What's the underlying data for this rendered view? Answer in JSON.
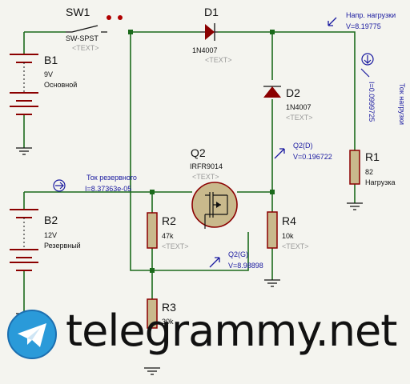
{
  "sw1": {
    "ref": "SW1",
    "type": "SW-SPST",
    "ph": "<TEXT>"
  },
  "d1": {
    "ref": "D1",
    "type": "1N4007",
    "ph": "<TEXT>"
  },
  "d2": {
    "ref": "D2",
    "type": "1N4007",
    "ph": "<TEXT>"
  },
  "b1": {
    "ref": "B1",
    "value": "9V",
    "label": "Основной"
  },
  "b2": {
    "ref": "B2",
    "value": "12V",
    "label": "Резервный"
  },
  "q2": {
    "ref": "Q2",
    "type": "IRFR9014",
    "ph": "<TEXT>"
  },
  "r1": {
    "ref": "R1",
    "value": "82",
    "label": "Нагрузка"
  },
  "r2": {
    "ref": "R2",
    "value": "47k",
    "ph": "<TEXT>"
  },
  "r3": {
    "ref": "R3",
    "value": "30k"
  },
  "r4": {
    "ref": "R4",
    "value": "10k",
    "ph": "<TEXT>"
  },
  "probes": {
    "load_v_name": "Напр. нагрузки",
    "load_v_val": "V=8.19775",
    "load_i_name": "Ток нагрузки",
    "load_i_val": "I=0.0999725",
    "res_i_name": "Ток резервного",
    "res_i_val": "I=8.37363e-05",
    "q2d_name": "Q2(D)",
    "q2d_val": "V=0.196722",
    "q2g_name": "Q2(G)",
    "q2g_val": "V=8.98898"
  },
  "watermark": "telegrammy.net",
  "colors": {
    "wire": "#1b6a1b",
    "comp": "#8b0000",
    "resFill": "#c9b98c",
    "probe": "#1a1aa0"
  }
}
